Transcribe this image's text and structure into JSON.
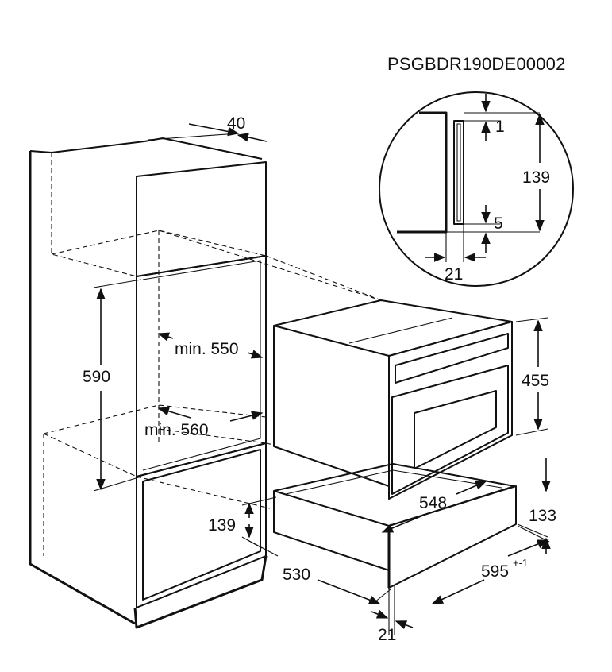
{
  "document_code": "PSGBDR190DE00002",
  "dimensions": {
    "top_gap": "40",
    "niche_height": "590",
    "min_depth": "min. 550",
    "min_width": "min. 560",
    "lower_niche_height": "139",
    "depth_530": "530",
    "front_offset": "21",
    "oven_height": "455",
    "oven_width_inner": "548",
    "drawer_height": "133",
    "overall_width": "595",
    "width_tolerance": "+-1"
  },
  "detail": {
    "top_clearance": "1",
    "trim_height": "139",
    "bottom_clearance": "5",
    "side_offset": "21"
  }
}
